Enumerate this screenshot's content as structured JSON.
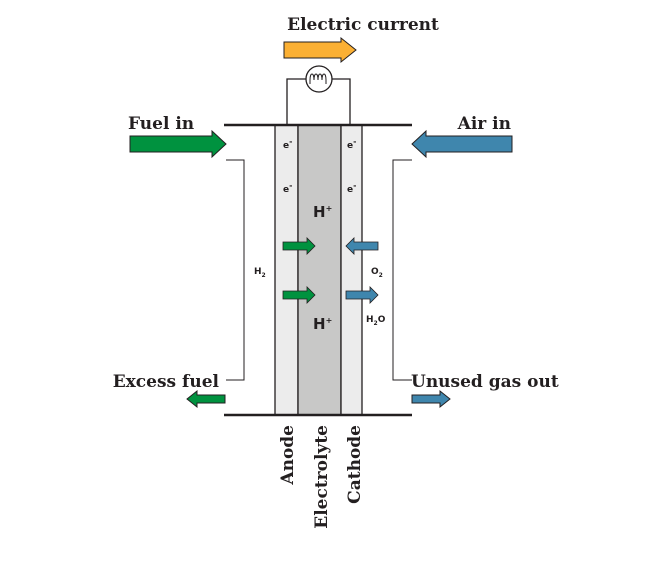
{
  "labels": {
    "electric_current": "Electric current",
    "fuel_in": "Fuel in",
    "air_in": "Air in",
    "excess_fuel": "Excess fuel",
    "unused_gas_out": "Unused gas out"
  },
  "layers": {
    "anode": "Anode",
    "electrolyte": "Electrolyte",
    "cathode": "Cathode"
  },
  "electron": {
    "symbol": "e",
    "charge": "-"
  },
  "ion": {
    "symbol": "H",
    "charge": "+"
  },
  "species": {
    "hydrogen": {
      "symbol": "H",
      "sub": "2"
    },
    "oxygen": {
      "symbol": "O",
      "sub": "2"
    },
    "water": {
      "pre": "H",
      "sub": "2",
      "post": "O"
    }
  },
  "colors": {
    "orange": "#fbb034",
    "green": "#00923f",
    "blue": "#3f86ad",
    "electrolyte": "#c8c8c7",
    "electrode": "#ececec",
    "line": "#231f20"
  }
}
